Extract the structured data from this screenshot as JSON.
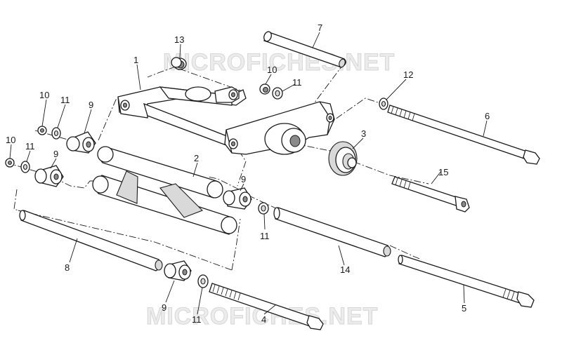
{
  "watermark": {
    "top": "MICROFICHES.NET",
    "bottom": "MICROFICHES.NET"
  },
  "callouts": {
    "c1": "1",
    "c2": "2",
    "c3": "3",
    "c4": "4",
    "c5": "5",
    "c6": "6",
    "c7": "7",
    "c8": "8",
    "c9a": "9",
    "c9b": "9",
    "c9c": "9",
    "c9d": "9",
    "c10a": "10",
    "c10b": "10",
    "c10c": "10",
    "c11a": "11",
    "c11b": "11",
    "c11c": "11",
    "c11d": "11",
    "c11e": "11",
    "c12": "12",
    "c13": "13",
    "c14": "14",
    "c15": "15"
  }
}
